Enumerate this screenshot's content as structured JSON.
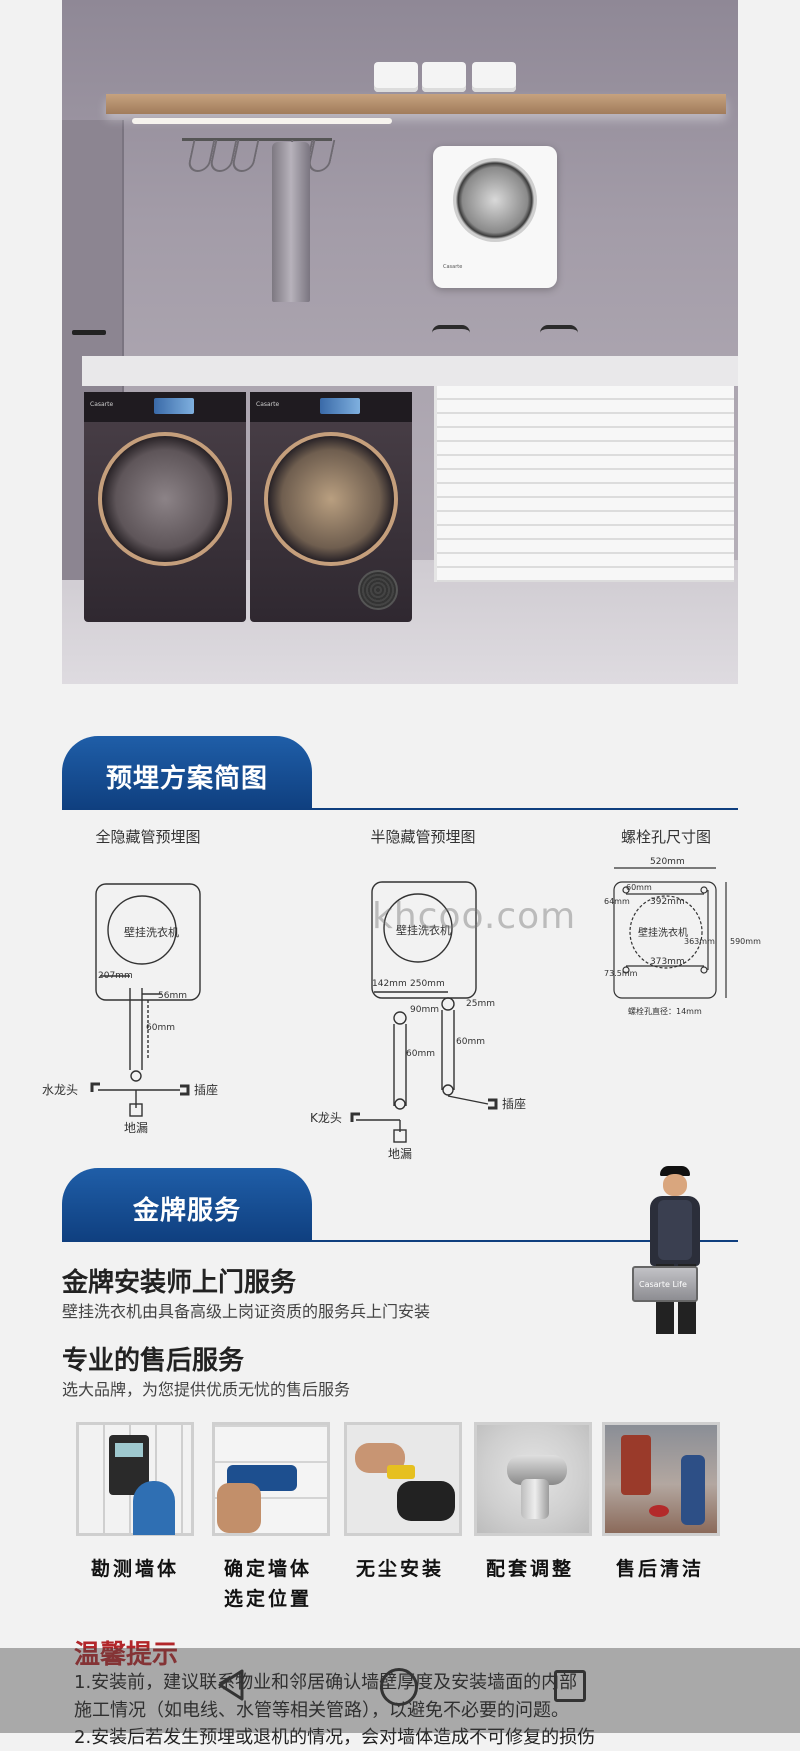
{
  "hero": {
    "mini_washer_brand": "Casarte",
    "washer_brand": "Casarte",
    "dryer_brand": "Casarte"
  },
  "section1": {
    "title": "预埋方案简图"
  },
  "diagrams": {
    "full": {
      "title": "全隐藏管预埋图",
      "machine_label": "壁挂洗衣机",
      "dim_left": "207mm",
      "dim_pipe": "56mm",
      "dim_down": "60mm",
      "faucet": "水龙头",
      "socket": "插座",
      "drain": "地漏"
    },
    "half": {
      "title": "半隐藏管预埋图",
      "machine_label": "壁挂洗衣机",
      "dim_left": "142mm",
      "dim_mid": "250mm",
      "dim_pipe_a": "90mm",
      "dim_pipe_b": "25mm",
      "dim_down_a": "60mm",
      "dim_down_b": "60mm",
      "faucet": "K龙头",
      "socket": "插座",
      "drain": "地漏"
    },
    "bolt": {
      "title": "螺栓孔尺寸图",
      "machine_label": "壁挂洗衣机",
      "width": "520mm",
      "top_offset": "60mm",
      "hole_span_top": "392mm",
      "left_offset": "64mm",
      "vertical": "363mm",
      "height": "590mm",
      "bottom_offset": "73.5mm",
      "hole_span_bottom": "373mm",
      "note": "螺栓孔直径：14mm"
    },
    "watermark": "khcoo.com"
  },
  "section2": {
    "title": "金牌服务",
    "installer_title": "金牌安装师上门服务",
    "installer_desc": "壁挂洗衣机由具备高级上岗证资质的服务兵上门安装",
    "aftersale_title": "专业的售后服务",
    "aftersale_desc": "选大品牌，为您提供优质无忧的售后服务",
    "case_label": "Casarte Life"
  },
  "steps": [
    {
      "line1": "勘测墙体",
      "line2": ""
    },
    {
      "line1": "确定墙体",
      "line2": "选定位置"
    },
    {
      "line1": "无尘安装",
      "line2": ""
    },
    {
      "line1": "配套调整",
      "line2": ""
    },
    {
      "line1": "售后清洁",
      "line2": ""
    }
  ],
  "tips": {
    "title": "温馨提示",
    "line1": "1.安装前，建议联系物业和邻居确认墙壁厚度及安装墙面的内部",
    "line2": "施工情况（如电线、水管等相关管路），以避免不必要的问题。",
    "line3": "2.安装后若发生预埋或退机的情况，会对墙体造成不可修复的损伤"
  },
  "colors": {
    "accent_blue": "#0f3f7f",
    "tips_red": "#b2262a"
  }
}
